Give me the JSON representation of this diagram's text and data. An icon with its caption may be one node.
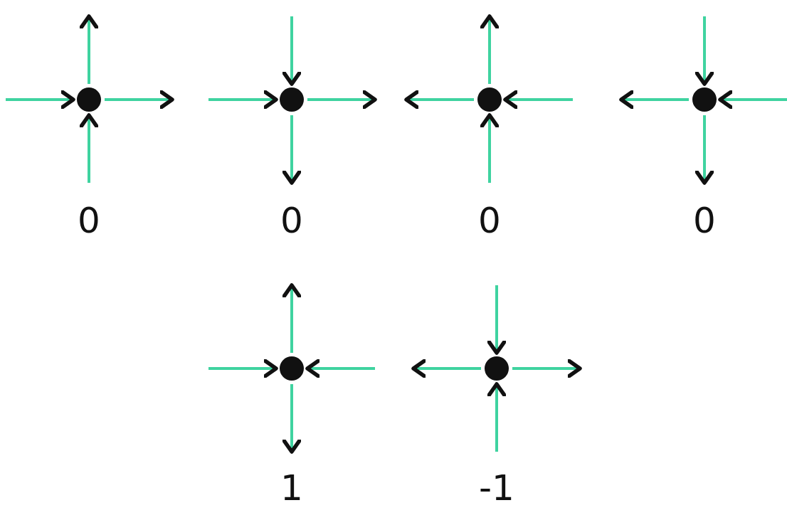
{
  "diagram": {
    "nodes": [
      {
        "text": [],
        "shape": "circle",
        "beside": [
          "0"
        ]
      },
      {
        "text": [],
        "shape": "circle",
        "beside": [
          "0"
        ]
      },
      {
        "text": [],
        "shape": "circle",
        "beside": [
          "0"
        ]
      },
      {
        "text": [],
        "shape": "circle",
        "beside": [
          "0"
        ]
      },
      {
        "text": [],
        "shape": "circle",
        "beside": [
          "1"
        ]
      },
      {
        "text": [],
        "shape": "circle",
        "beside": [
          "-1"
        ]
      }
    ],
    "edges": [
      {
        "from": null,
        "to": 0,
        "arrow": "to"
      },
      {
        "from": 0,
        "to": null,
        "arrow": "to"
      },
      {
        "from": 0,
        "to": null,
        "arrow": "to"
      },
      {
        "from": null,
        "to": 0,
        "arrow": "to"
      },
      {
        "from": null,
        "to": 1,
        "arrow": "to"
      },
      {
        "from": null,
        "to": 1,
        "arrow": "to"
      },
      {
        "from": 1,
        "to": null,
        "arrow": "to"
      },
      {
        "from": 1,
        "to": null,
        "arrow": "to"
      },
      {
        "from": 2,
        "to": null,
        "arrow": "to"
      },
      {
        "from": 2,
        "to": null,
        "arrow": "to"
      },
      {
        "from": null,
        "to": 2,
        "arrow": "to"
      },
      {
        "from": null,
        "to": 2,
        "arrow": "to"
      },
      {
        "from": 3,
        "to": null,
        "arrow": "to"
      },
      {
        "from": null,
        "to": 3,
        "arrow": "to"
      },
      {
        "from": null,
        "to": 3,
        "arrow": "to"
      },
      {
        "from": 3,
        "to": null,
        "arrow": "to"
      },
      {
        "from": null,
        "to": 4,
        "arrow": "to"
      },
      {
        "from": 4,
        "to": null,
        "arrow": "to"
      },
      {
        "from": null,
        "to": 4,
        "arrow": "to"
      },
      {
        "from": 4,
        "to": null,
        "arrow": "to"
      },
      {
        "from": 5,
        "to": null,
        "arrow": "to"
      },
      {
        "from": null,
        "to": 5,
        "arrow": "to"
      },
      {
        "from": 5,
        "to": null,
        "arrow": "to"
      },
      {
        "from": null,
        "to": 5,
        "arrow": "to"
      }
    ]
  }
}
